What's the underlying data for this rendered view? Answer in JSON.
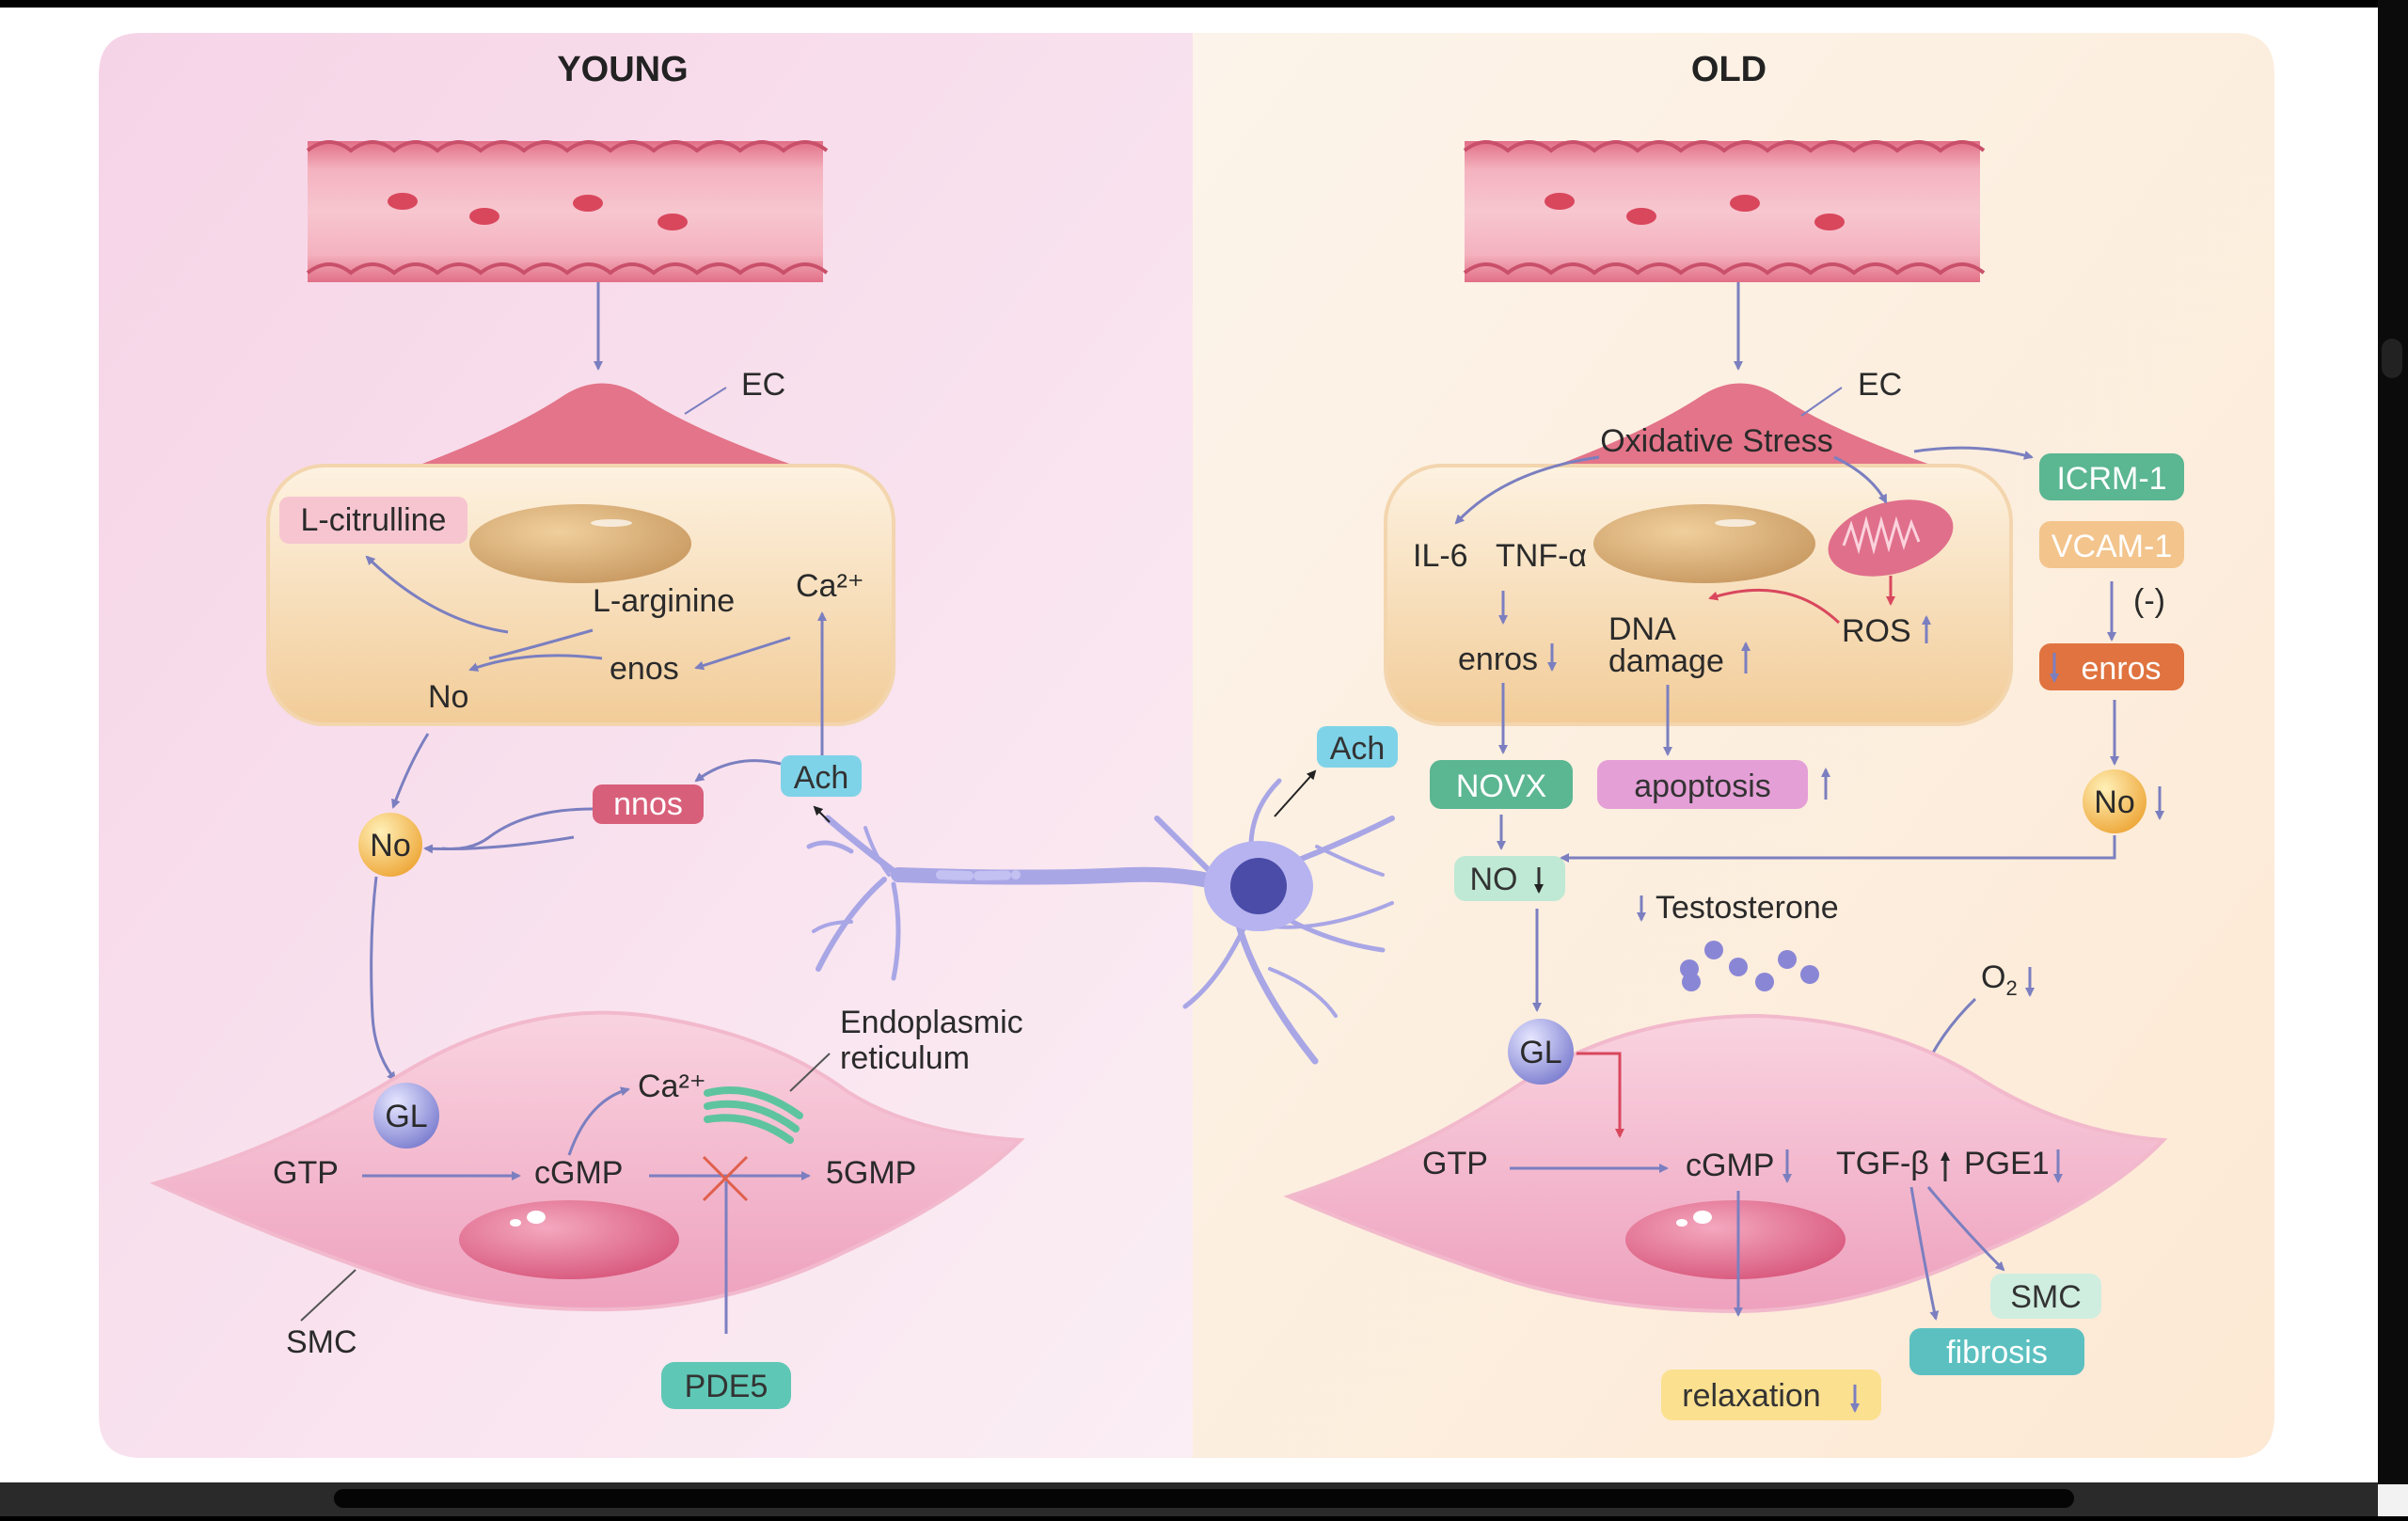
{
  "panels": {
    "young": {
      "title": "YOUNG",
      "ec": "EC",
      "l_citrulline": "L-citrulline",
      "l_arginine": "L-arginine",
      "ca_cell": "Ca²⁺",
      "no_cell": "No",
      "enos": "enos",
      "nnos": "nnos",
      "ach": "Ach",
      "no_ball": "No",
      "gl": "GL",
      "gtp": "GTP",
      "cgmp": "cGMP",
      "ca_smc": "Ca²⁺",
      "five_gmp": "5GMP",
      "er": [
        "Endoplasmic",
        "reticulum"
      ],
      "smc": "SMC",
      "pde5": "PDE5"
    },
    "old": {
      "title": "OLD",
      "ec": "EC",
      "oxidative_stress": "Oxidative Stress",
      "il6": "IL-6",
      "tnf": "TNF-α",
      "enros_cell": "enros",
      "dna_damage": [
        "DNA",
        "damage"
      ],
      "ros": "ROS",
      "icrm": "ICRM-1",
      "vcam": "VCAM-1",
      "minus": "(-)",
      "enros_pill": "enros",
      "ach": "Ach",
      "novx": "NOVX",
      "apoptosis": "apoptosis",
      "no_ball": "No",
      "no_pill": "NO",
      "testosterone": "Testosterone",
      "o2": "O",
      "o2_sub": "2",
      "gl": "GL",
      "gtp": "GTP",
      "cgmp": "cGMP",
      "tgf": "TGF-β",
      "pge1": "PGE1",
      "smc": "SMC",
      "fibrosis": "fibrosis",
      "relaxation": "relaxation"
    }
  },
  "colors": {
    "young_bg": "#f7e2ee",
    "old_bg": "#fbf0e4",
    "vessel": "#e37489",
    "arrow": "#7b7fc0",
    "pill_green": "#5bb692",
    "pill_orange": "#f3c48c",
    "pill_red": "#e0733f",
    "pill_teal": "#5cc0c0",
    "pill_pink": "#d973bc",
    "ball_yellow": "#f2b445",
    "ball_blue": "#8f8fd6"
  }
}
